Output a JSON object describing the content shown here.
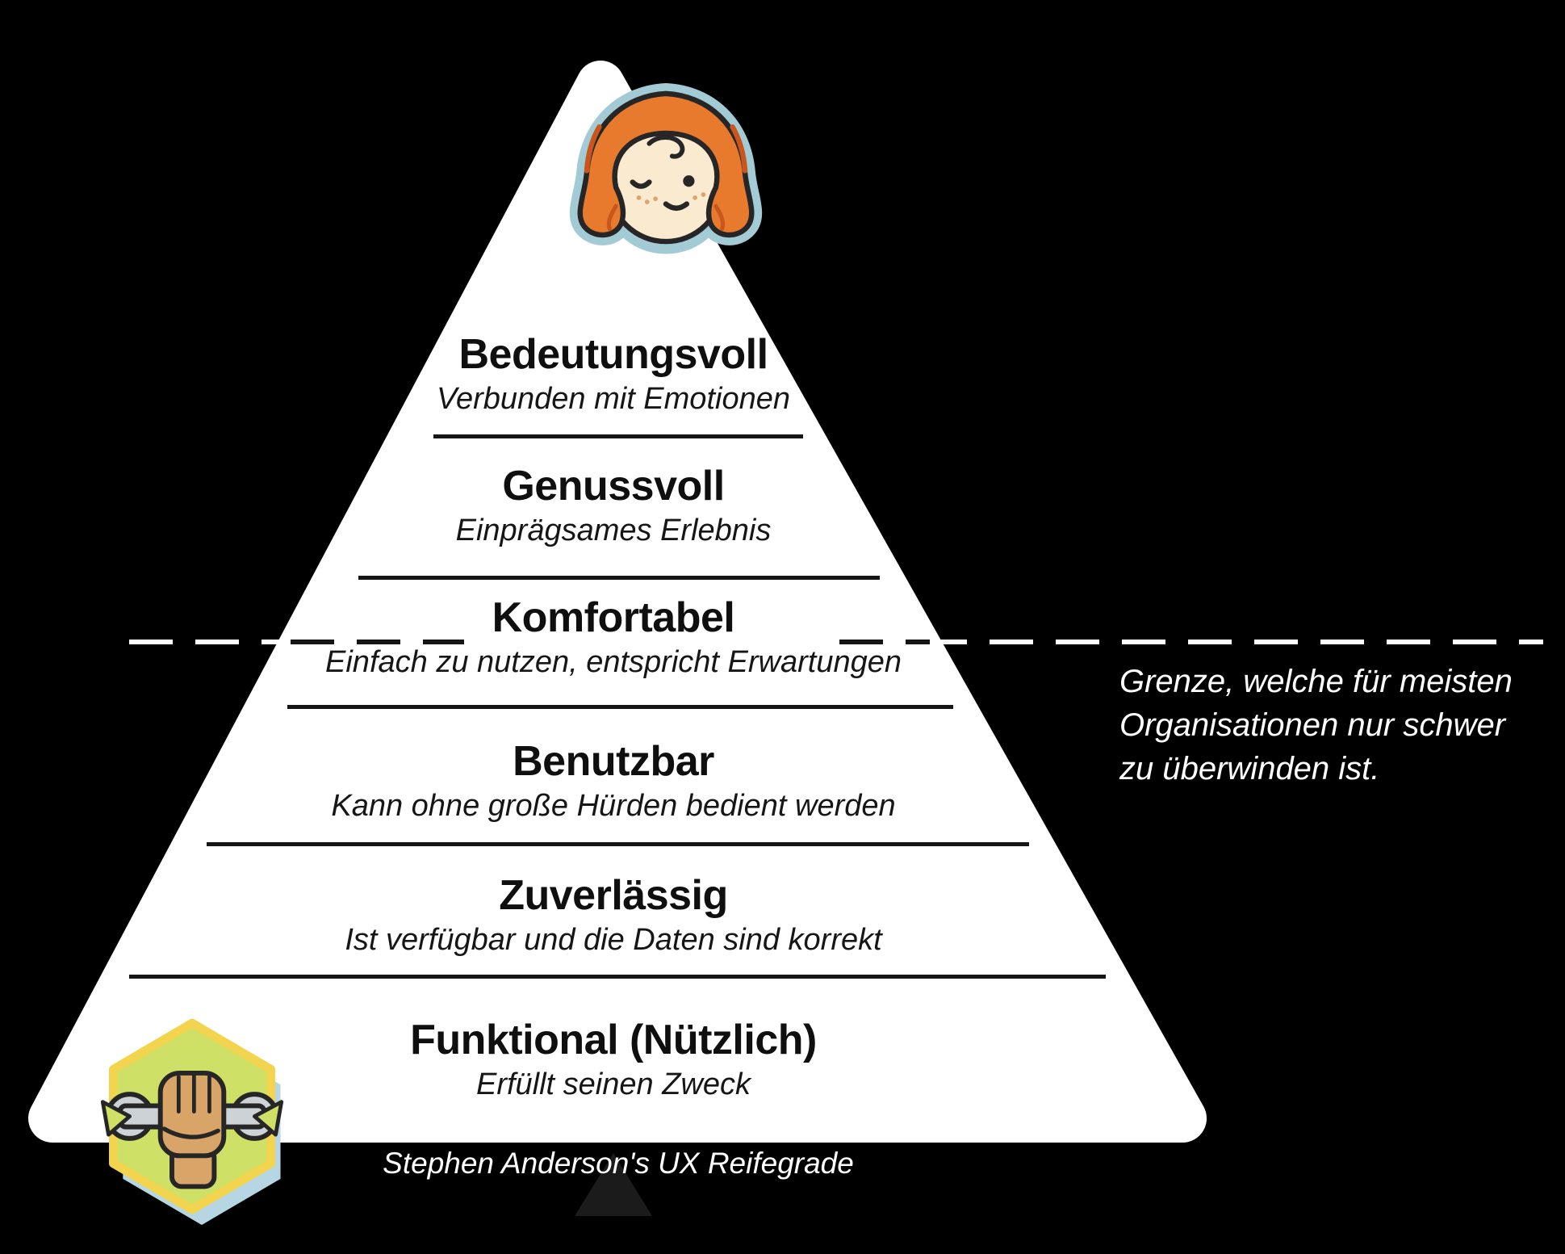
{
  "background_color": "#000000",
  "pyramid": {
    "fill_color": "#ffffff",
    "levels": [
      {
        "title": "Bedeutungsvoll",
        "subtitle": "Verbunden mit Emotionen"
      },
      {
        "title": "Genussvoll",
        "subtitle": "Einprägsames Erlebnis"
      },
      {
        "title": "Komfortabel",
        "subtitle": "Einfach zu nutzen, entspricht Erwartungen"
      },
      {
        "title": "Benutzbar",
        "subtitle": "Kann ohne große Hürden bedient werden"
      },
      {
        "title": "Zuverlässig",
        "subtitle": "Ist verfügbar und die Daten sind korrekt"
      },
      {
        "title": "Funktional (Nützlich)",
        "subtitle": "Erfüllt seinen Zweck"
      }
    ]
  },
  "boundary": {
    "style": "dashed",
    "color": "#ffffff",
    "lines": [
      "Grenze, welche für meisten",
      "Organisationen nur schwer",
      "zu überwinden ist."
    ]
  },
  "caption": {
    "text": "Stephen Anderson's UX Reifegrade"
  },
  "icons": {
    "top": "smiling-woman-face-icon",
    "bottom": "fist-holding-wrench-hexagon-icon"
  },
  "colors": {
    "hair_orange": "#e87a2e",
    "hair_shadow": "#c9571d",
    "halo_blue": "#a3cbd6",
    "skin": "#f9ead0",
    "hexagon_green": "#cfe067",
    "hexagon_yellow": "#f2d44e",
    "hexagon_shadow_blue": "#b5d6e2",
    "wrench_gray": "#cdd2d6",
    "fist_tan": "#d8a467",
    "text_dark": "#111111",
    "text_light": "#ffffff"
  }
}
